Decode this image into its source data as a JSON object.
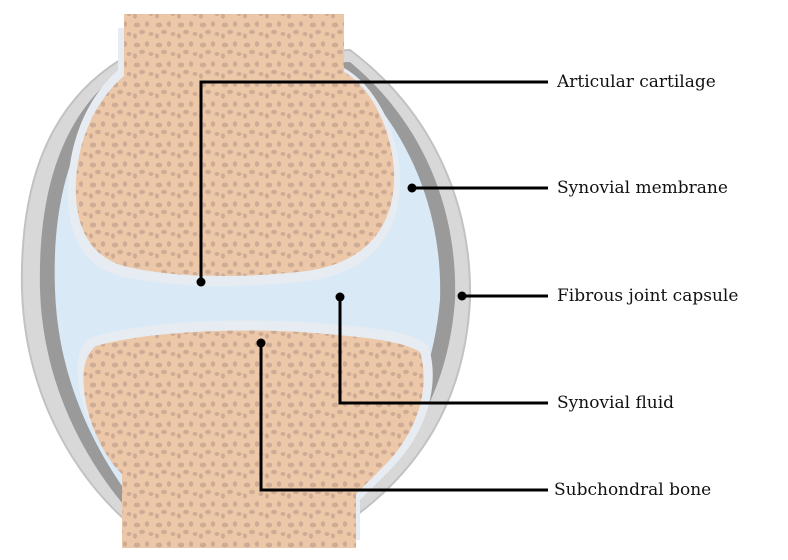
{
  "diagram": {
    "labels": {
      "articular_cartilage": "Articular cartilage",
      "synovial_membrane": "Synovial membrane",
      "fibrous_joint_capsule": "Fibrous joint capsule",
      "synovial_fluid": "Synovial fluid",
      "subchondral_bone": "Subchondral bone"
    },
    "colors": {
      "bone": "#ecc7a8",
      "trabeculae": "#c7a692",
      "cartilage": "#e9eef2",
      "synovial_fluid": "#d8e8f4",
      "capsule": "#cfcfcf",
      "membrane": "#8c8c8c",
      "leader_line": "#000000"
    }
  }
}
